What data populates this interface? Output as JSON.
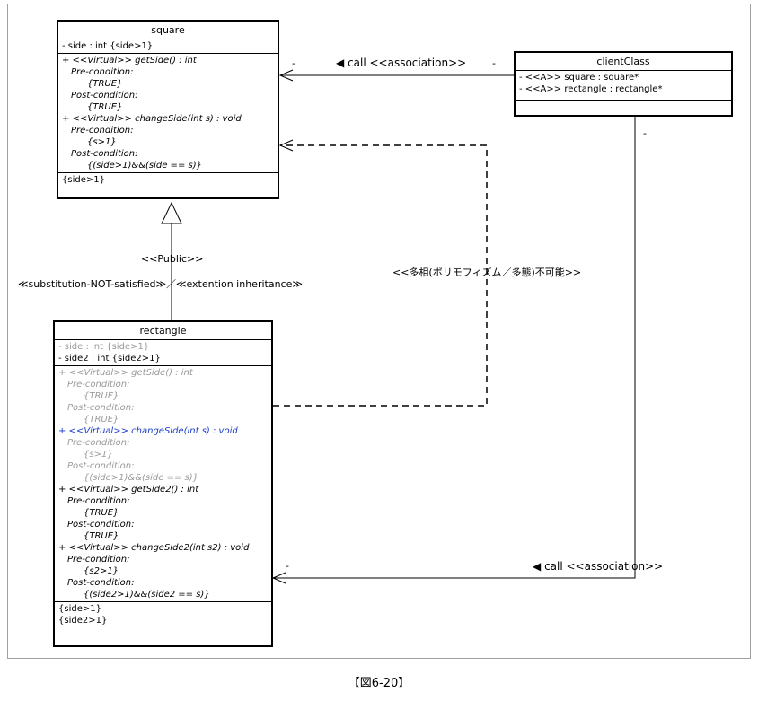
{
  "square": {
    "title": "square",
    "attrs": [
      "- side : int {side>1}"
    ],
    "ops": [
      {
        "text": "+ <<Virtual>> getSide() : int",
        "cls": "op"
      },
      {
        "text": "Pre-condition:",
        "cls": "ind1"
      },
      {
        "text": "{TRUE}",
        "cls": "ind2"
      },
      {
        "text": "Post-condition:",
        "cls": "ind1"
      },
      {
        "text": "{TRUE}",
        "cls": "ind2"
      },
      {
        "text": "+ <<Virtual>> changeSide(int s) : void",
        "cls": "op"
      },
      {
        "text": "Pre-condition:",
        "cls": "ind1"
      },
      {
        "text": "{s>1}",
        "cls": "ind2"
      },
      {
        "text": "Post-condition:",
        "cls": "ind1"
      },
      {
        "text": "{(side>1)&&(side == s)}",
        "cls": "ind2"
      }
    ],
    "constraints": [
      "{side>1}"
    ]
  },
  "client": {
    "title": "clientClass",
    "attrs": [
      "- <<A>> square : square*",
      "- <<A>> rectangle : rectangle*"
    ]
  },
  "rectangle": {
    "title": "rectangle",
    "attrs": [
      {
        "text": "- side : int {side>1}",
        "cls": "gray"
      },
      {
        "text": "- side2 : int {side2>1}",
        "cls": ""
      }
    ],
    "ops": [
      {
        "text": "+ <<Virtual>> getSide() : int",
        "cls": "op gray"
      },
      {
        "text": "Pre-condition:",
        "cls": "ind1 gray"
      },
      {
        "text": "{TRUE}",
        "cls": "ind2 gray"
      },
      {
        "text": "Post-condition:",
        "cls": "ind1 gray"
      },
      {
        "text": "{TRUE}",
        "cls": "ind2 gray"
      },
      {
        "text": "+ <<Virtual>> changeSide(int s) : void",
        "cls": "op blue"
      },
      {
        "text": "Pre-condition:",
        "cls": "ind1 gray"
      },
      {
        "text": "{s>1}",
        "cls": "ind2 gray"
      },
      {
        "text": "Post-condition:",
        "cls": "ind1 gray"
      },
      {
        "text": "{(side>1)&&(side == s)}",
        "cls": "ind2 gray"
      },
      {
        "text": "+ <<Virtual>> getSide2() : int",
        "cls": "op"
      },
      {
        "text": "Pre-condition:",
        "cls": "ind1"
      },
      {
        "text": "{TRUE}",
        "cls": "ind2"
      },
      {
        "text": "Post-condition:",
        "cls": "ind1"
      },
      {
        "text": "{TRUE}",
        "cls": "ind2"
      },
      {
        "text": "+ <<Virtual>> changeSide2(int s2) : void",
        "cls": "op"
      },
      {
        "text": "Pre-condition:",
        "cls": "ind1"
      },
      {
        "text": "{s2>1}",
        "cls": "ind2"
      },
      {
        "text": "Post-condition:",
        "cls": "ind1"
      },
      {
        "text": "{(side2>1)&&(side2 == s)}",
        "cls": "ind2"
      }
    ],
    "constraints": [
      "{side>1}",
      "{side2>1}"
    ]
  },
  "labels": {
    "call_top": "call <<association>>",
    "call_bottom": "call <<association>>",
    "dash_top_left": "-",
    "dash_top_right": "-",
    "dash_client_below": "-",
    "dash_bottom_left": "-",
    "public": "<<Public>>",
    "substitution": "≪substitution-NOT-satisfied≫／≪extention inheritance≫",
    "polymorphism": "<<多相(ポリモフィズム／多態)不可能>>",
    "arrow_glyph": "◀"
  },
  "caption": "【図6-20】"
}
